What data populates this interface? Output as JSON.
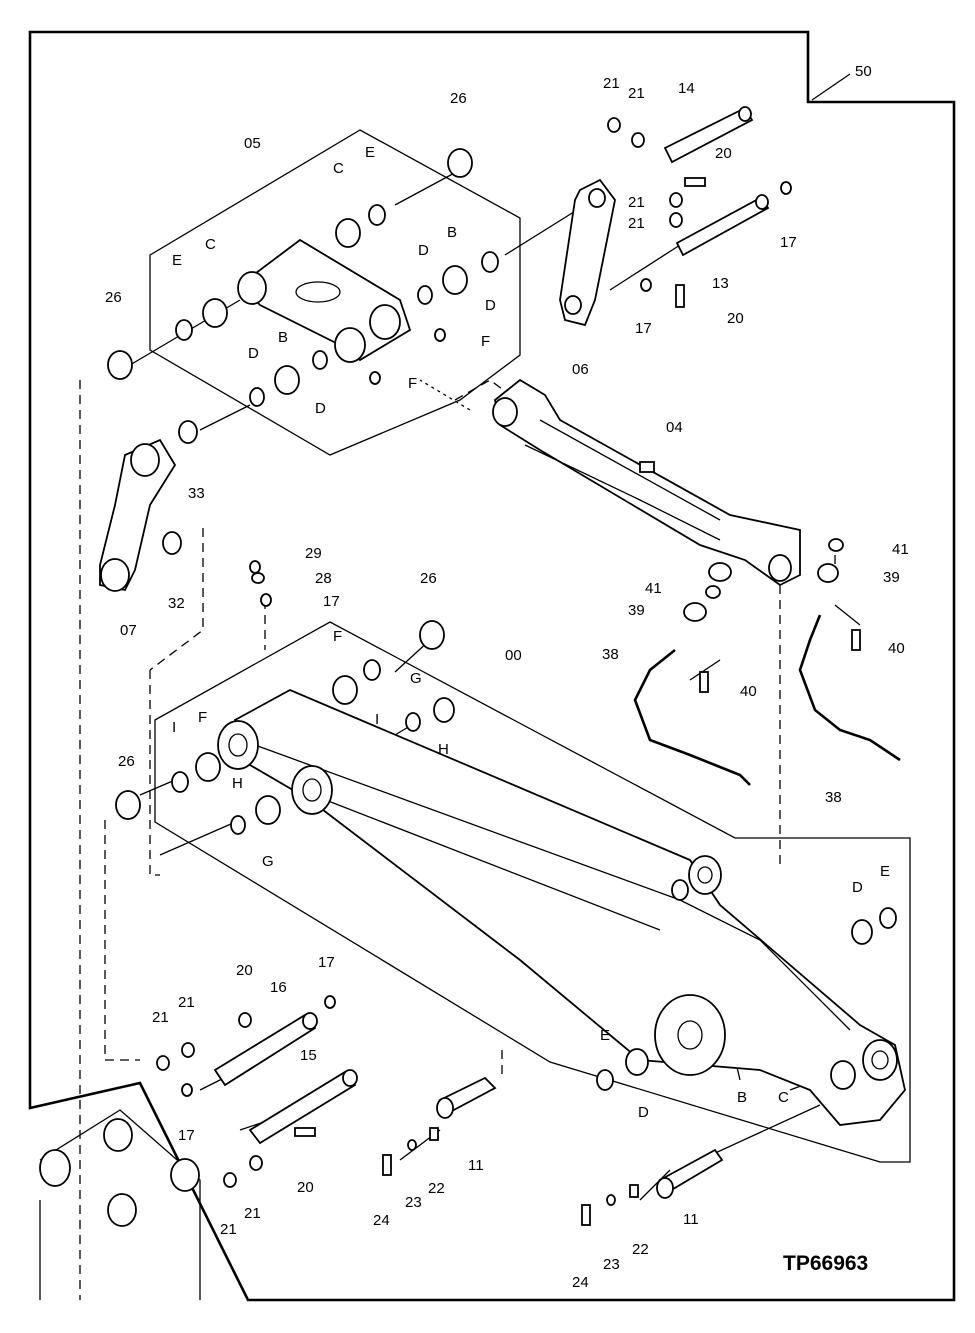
{
  "figure_id": "TP66963",
  "page_number": "50",
  "parts": {
    "p00": "00",
    "p04": "04",
    "p05": "05",
    "p06": "06",
    "p07": "07",
    "p11": "11",
    "p13": "13",
    "p14": "14",
    "p15": "15",
    "p16": "16",
    "p17": "17",
    "p20": "20",
    "p21": "21",
    "p22": "22",
    "p23": "23",
    "p24": "24",
    "p26": "26",
    "p28": "28",
    "p29": "29",
    "p32": "32",
    "p33": "33",
    "p38": "38",
    "p39": "39",
    "p40": "40",
    "p41": "41"
  },
  "letters": {
    "B": "B",
    "C": "C",
    "D": "D",
    "E": "E",
    "F": "F",
    "G": "G",
    "H": "H",
    "I": "I"
  }
}
